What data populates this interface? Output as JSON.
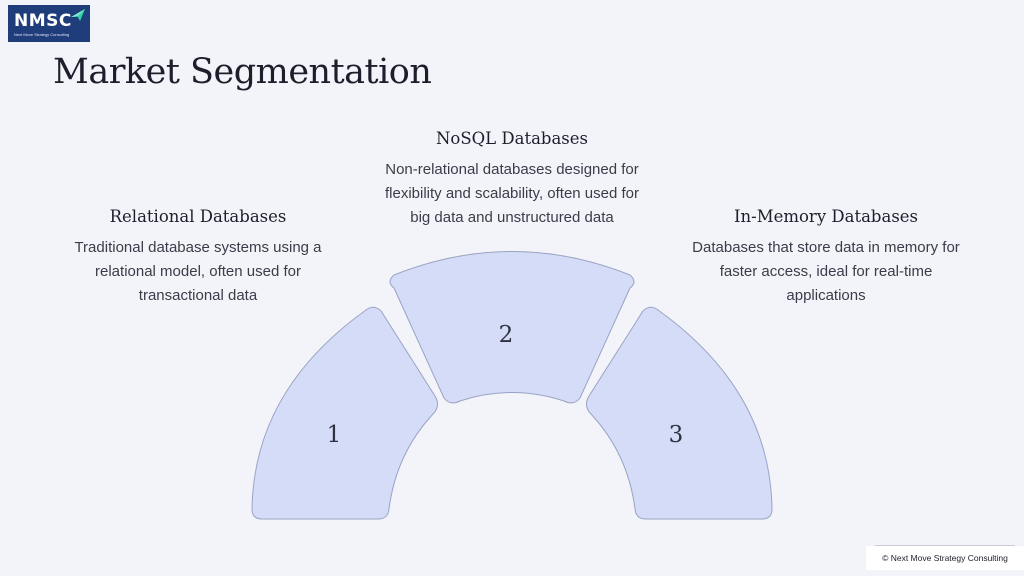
{
  "logo": {
    "text": "NMSC",
    "subtext": "Next Move Strategy Consulting"
  },
  "title": "Market Segmentation",
  "segments": [
    {
      "number": "1",
      "title": "Relational Databases",
      "lines": [
        "Traditional database systems using a",
        "relational model, often used for",
        "transactional data"
      ]
    },
    {
      "number": "2",
      "title": "NoSQL Databases",
      "lines": [
        "Non-relational databases designed for",
        "flexibility and scalability, often used for",
        "big data and unstructured data"
      ]
    },
    {
      "number": "3",
      "title": "In-Memory Databases",
      "lines": [
        "Databases that store data in memory for",
        "faster access, ideal for real-time",
        "applications"
      ]
    }
  ],
  "footer": "© Next Move Strategy Consulting",
  "colors": {
    "segment_fill": "#d5dcf7",
    "segment_stroke": "#9aa3c4",
    "logo_bg": "#1f3d7a",
    "accent": "#2fd3a8"
  }
}
